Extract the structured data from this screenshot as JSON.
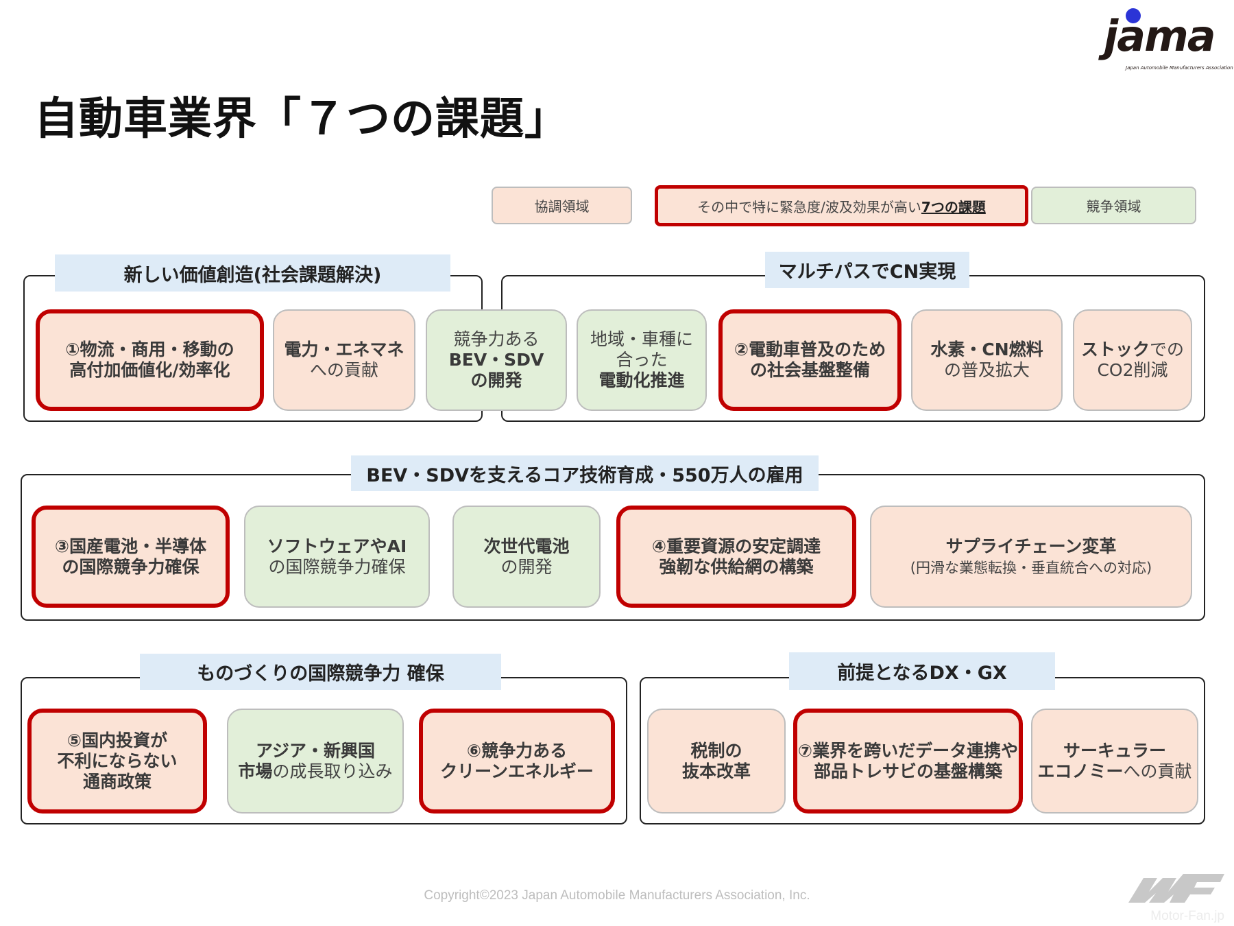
{
  "title": "自動車業界「７つの課題」",
  "logo": {
    "word": "jama",
    "subtitle": "Japan Automobile Manufacturers Association"
  },
  "legend": {
    "cooperation": "協調領域",
    "priority_prefix": "その中で特に緊急度/波及効果が高い",
    "priority_emphasis": "7つの課題",
    "competition": "競争領域"
  },
  "colors": {
    "peach": "#fbe3d6",
    "green": "#e2efd9",
    "red": "#c00000",
    "label_bg": "#deebf7"
  },
  "sections": [
    {
      "label": "新しい価値創造(社会課題解決)"
    },
    {
      "label": "マルチパスでCN実現"
    },
    {
      "label": "BEV・SDVを支えるコア技術育成・550万人の雇用"
    },
    {
      "label": "ものづくりの国際競争力 確保"
    },
    {
      "label": "前提となるDX・GX"
    }
  ],
  "cards": [
    {
      "kind": "peach",
      "red": true,
      "lines": [
        [
          {
            "t": "①物流・商用・移動の",
            "b": true
          }
        ],
        [
          {
            "t": "高付加価値化/効率化",
            "b": true
          }
        ]
      ]
    },
    {
      "kind": "peach",
      "red": false,
      "lines": [
        [
          {
            "t": "電力・エネマネ",
            "b": true
          }
        ],
        [
          {
            "t": "への貢献",
            "b": false
          }
        ]
      ]
    },
    {
      "kind": "green",
      "red": false,
      "lines": [
        [
          {
            "t": "競争力ある",
            "b": false
          }
        ],
        [
          {
            "t": "BEV・SDV",
            "b": true
          }
        ],
        [
          {
            "t": "の開発",
            "b": true
          }
        ]
      ]
    },
    {
      "kind": "green",
      "red": false,
      "lines": [
        [
          {
            "t": "地域・車種に",
            "b": false
          }
        ],
        [
          {
            "t": "合った",
            "b": false
          }
        ],
        [
          {
            "t": "電動化推進",
            "b": true
          }
        ]
      ]
    },
    {
      "kind": "peach",
      "red": true,
      "lines": [
        [
          {
            "t": "②電動車普及のため",
            "b": true
          }
        ],
        [
          {
            "t": "の社会基盤整備",
            "b": true
          }
        ]
      ]
    },
    {
      "kind": "peach",
      "red": false,
      "lines": [
        [
          {
            "t": "水素・CN燃料",
            "b": true
          }
        ],
        [
          {
            "t": "の普及拡大",
            "b": false
          }
        ]
      ]
    },
    {
      "kind": "peach",
      "red": false,
      "lines": [
        [
          {
            "t": "ストック",
            "b": true
          },
          {
            "t": "での",
            "b": false
          }
        ],
        [
          {
            "t": "CO2削減",
            "b": false
          }
        ]
      ]
    },
    {
      "kind": "peach",
      "red": true,
      "lines": [
        [
          {
            "t": "③国産電池・半導体",
            "b": true
          }
        ],
        [
          {
            "t": "の国際競争力確保",
            "b": true
          }
        ]
      ]
    },
    {
      "kind": "green",
      "red": false,
      "lines": [
        [
          {
            "t": "ソフトウェアやAI",
            "b": true
          }
        ],
        [
          {
            "t": "の国際競争力確保",
            "b": false
          }
        ]
      ]
    },
    {
      "kind": "green",
      "red": false,
      "lines": [
        [
          {
            "t": "次世代電池",
            "b": true
          }
        ],
        [
          {
            "t": "の開発",
            "b": false
          }
        ]
      ]
    },
    {
      "kind": "peach",
      "red": true,
      "lines": [
        [
          {
            "t": "④重要資源の安定調達",
            "b": true
          }
        ],
        [
          {
            "t": "強靭な供給網の構築",
            "b": true
          }
        ]
      ]
    },
    {
      "kind": "peach",
      "red": false,
      "lines": [
        [
          {
            "t": "サプライチェーン変革",
            "b": true
          }
        ],
        [
          {
            "t": "(円滑な業態転換・垂直統合への対応)",
            "b": false,
            "s": true
          }
        ]
      ]
    },
    {
      "kind": "peach",
      "red": true,
      "lines": [
        [
          {
            "t": "⑤国内投資が",
            "b": true
          }
        ],
        [
          {
            "t": "不利にならない",
            "b": true
          }
        ],
        [
          {
            "t": "通商政策",
            "b": true
          }
        ]
      ]
    },
    {
      "kind": "green",
      "red": false,
      "lines": [
        [
          {
            "t": "アジア・新興国",
            "b": true
          }
        ],
        [
          {
            "t": "市場",
            "b": true
          },
          {
            "t": "の成長取り込み",
            "b": false
          }
        ]
      ]
    },
    {
      "kind": "peach",
      "red": true,
      "lines": [
        [
          {
            "t": "⑥競争力ある",
            "b": true
          }
        ],
        [
          {
            "t": "クリーンエネルギー",
            "b": true
          }
        ]
      ]
    },
    {
      "kind": "peach",
      "red": false,
      "lines": [
        [
          {
            "t": "税制の",
            "b": true
          }
        ],
        [
          {
            "t": "抜本改革",
            "b": true
          }
        ]
      ]
    },
    {
      "kind": "peach",
      "red": true,
      "lines": [
        [
          {
            "t": "⑦業界を跨いだデータ連携や",
            "b": true
          }
        ],
        [
          {
            "t": "部品トレサビの基盤構築",
            "b": true
          }
        ]
      ]
    },
    {
      "kind": "peach",
      "red": false,
      "lines": [
        [
          {
            "t": "サーキュラー",
            "b": true
          }
        ],
        [
          {
            "t": "エコノミー",
            "b": true
          },
          {
            "t": "への貢献",
            "b": false
          }
        ]
      ]
    }
  ],
  "copyright": "Copyright©2023 Japan Automobile Manufacturers Association, Inc.",
  "watermark": "Motor-Fan.jp"
}
